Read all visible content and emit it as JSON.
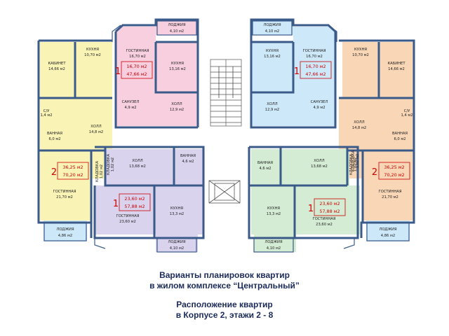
{
  "colors": {
    "yellow": "#f9f4b6",
    "pink": "#f7cfdf",
    "blue": "#cde8f8",
    "orange": "#f8d6b6",
    "lavender": "#d9d3ee",
    "green": "#d4ecd3",
    "wall": "#3a5a8a",
    "red": "#cc0000"
  },
  "loggias": {
    "top_left": {
      "label": "ЛОДЖИЯ",
      "area": "4,10 м2"
    },
    "top_right": {
      "label": "ЛОДЖИЯ",
      "area": "4,10 м2"
    },
    "bottom_left": {
      "label": "ЛОДЖИЯ",
      "area": "4,86 м2"
    },
    "bottom_mid_left": {
      "label": "ЛОДЖИЯ",
      "area": "4,10 м2"
    },
    "bottom_mid_right": {
      "label": "ЛОДЖИЯ",
      "area": "4,10 м2"
    },
    "bottom_right": {
      "label": "ЛОДЖИЯ",
      "area": "4,86 м2"
    }
  },
  "apt_yellow": {
    "cabinet": {
      "label": "КАБИНЕТ",
      "area": "14,66 м2"
    },
    "kitchen": {
      "label": "КУХНЯ",
      "area": "10,70 м2"
    },
    "wc": {
      "label": "С/У",
      "area": "1,4 м2"
    },
    "hall": {
      "label": "ХОЛЛ",
      "area": "14,8 м2"
    },
    "bath": {
      "label": "ВАННАЯ",
      "area": "6,0 м2"
    },
    "closet": {
      "label": "КЛАДОВКА",
      "area": "1,02 м2"
    },
    "living": {
      "label": "ГОСТИННАЯ",
      "area": "21,70 м2"
    },
    "rooms": "2",
    "area_living": "36,25 м2",
    "area_total": "70,20 м2"
  },
  "apt_pink": {
    "living": {
      "label": "ГОСТИННАЯ",
      "area": "16,70 м2"
    },
    "kitchen": {
      "label": "КУХНЯ",
      "area": "13,16 м2"
    },
    "bathroom": {
      "label": "САНУЗЕЛ",
      "area": "4,9 м2"
    },
    "hall": {
      "label": "ХОЛЛ",
      "area": "12,9 м2"
    },
    "rooms": "1",
    "area_living": "16,70 м2",
    "area_total": "47,66 м2"
  },
  "apt_blue": {
    "living": {
      "label": "ГОСТИННАЯ",
      "area": "16,70 м2"
    },
    "kitchen": {
      "label": "КУХНЯ",
      "area": "13,16 м2"
    },
    "bathroom": {
      "label": "САНУЗЕЛ",
      "area": "4,9 м2"
    },
    "hall": {
      "label": "ХОЛЛ",
      "area": "12,9 м2"
    },
    "rooms": "1",
    "area_living": "16,70 м2",
    "area_total": "47,66 м2"
  },
  "apt_orange": {
    "kitchen": {
      "label": "КУХНЯ",
      "area": "10,70 м2"
    },
    "cabinet": {
      "label": "КАБИНЕТ",
      "area": "14,66 м2"
    },
    "hall": {
      "label": "ХОЛЛ",
      "area": "14,8 м2"
    },
    "wc": {
      "label": "С/У",
      "area": "1,4 м2"
    },
    "bath": {
      "label": "ВАННАЯ",
      "area": "6,0 м2"
    },
    "closet": {
      "label": "КЛАДОВКА",
      "area": "1,02 м2"
    },
    "living": {
      "label": "ГОСТИННАЯ",
      "area": "21,70 м2"
    },
    "rooms": "2",
    "area_living": "36,25 м2",
    "area_total": "70,20 м2"
  },
  "apt_lavender": {
    "closet": {
      "label": "КЛАДОВКА",
      "area": "1,02 м2"
    },
    "hall": {
      "label": "ХОЛЛ",
      "area": "13,68 м2"
    },
    "bath": {
      "label": "ВАННАЯ",
      "area": "4,6 м2"
    },
    "living": {
      "label": "ГОСТИННАЯ",
      "area": "23,60 м2"
    },
    "kitchen": {
      "label": "КУХНЯ",
      "area": "13,3 м2"
    },
    "rooms": "1",
    "area_living": "23,60 м2",
    "area_total": "57,88 м2"
  },
  "apt_green": {
    "bath": {
      "label": "ВАННАЯ",
      "area": "4,6 м2"
    },
    "hall": {
      "label": "ХОЛЛ",
      "area": "13,68 м2"
    },
    "closet": {
      "label": "КЛАДОВКА",
      "area": "1,02 м2"
    },
    "kitchen": {
      "label": "КУХНЯ",
      "area": "13,3 м2"
    },
    "living": {
      "label": "ГОСТИННАЯ",
      "area": "23,60 м2"
    },
    "rooms": "1",
    "area_living": "23,60 м2",
    "area_total": "57,88 м2"
  },
  "caption": {
    "line1": "Варианты планировок квартир",
    "line2": "в жилом комплексе “Центральный”",
    "line3": "Расположение квартир",
    "line4": "в Корпусе 2, этажи 2 - 8"
  }
}
